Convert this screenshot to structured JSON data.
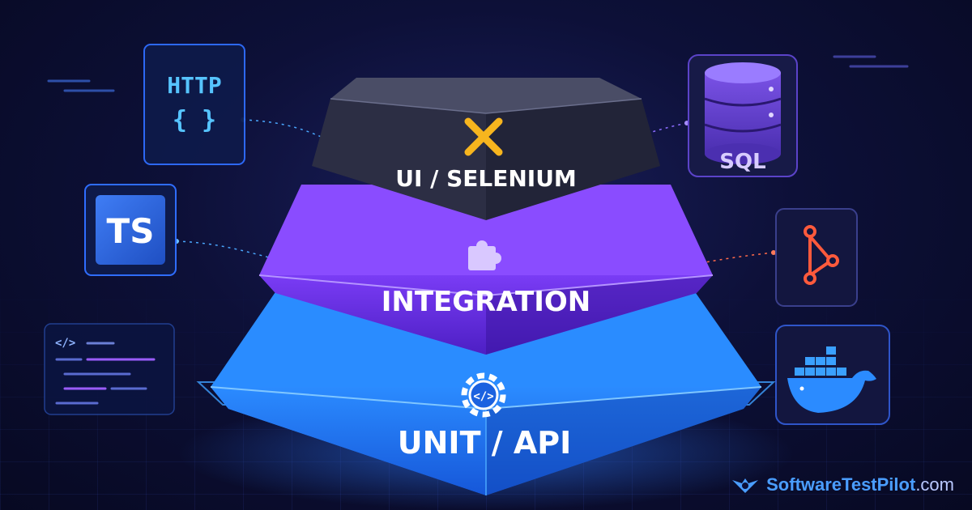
{
  "pyramid": {
    "tiers": [
      {
        "label": "UI / SELENIUM",
        "icon": "x-icon"
      },
      {
        "label": "INTEGRATION",
        "icon": "puzzle-icon"
      },
      {
        "label": "UNIT / API",
        "icon": "code-gear-icon"
      }
    ],
    "colors": {
      "top": "#33364c",
      "middle": "#6a2ee8",
      "bottom": "#1f7cf5"
    }
  },
  "side_tiles": {
    "http": {
      "title": "HTTP",
      "braces": "{ }",
      "icon": "http-braces-icon"
    },
    "typescript": {
      "label": "TS",
      "icon": "typescript-icon"
    },
    "code": {
      "tag": "</>",
      "icon": "code-lines-icon"
    },
    "database": {
      "label": "SQL",
      "icon": "database-icon"
    },
    "git": {
      "icon": "git-branch-icon"
    },
    "docker": {
      "icon": "docker-whale-icon"
    }
  },
  "brand": {
    "name": "SoftwareTestPilot",
    "tld": ".com",
    "icon": "pilot-wings-icon",
    "color": "#4a9dff"
  }
}
